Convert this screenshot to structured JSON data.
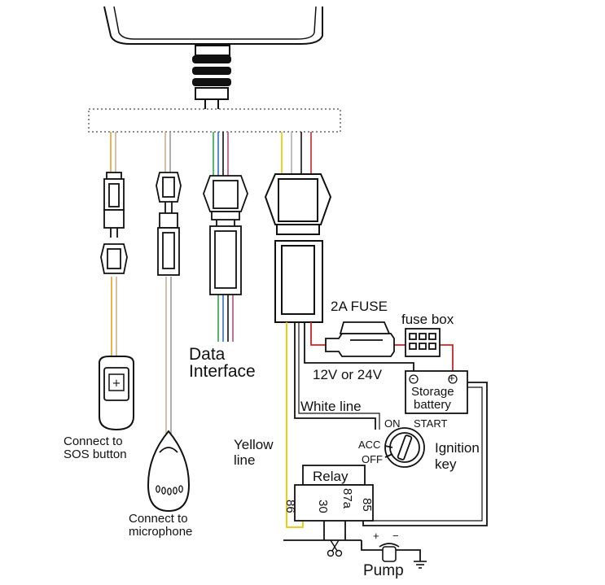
{
  "labels": {
    "data_interface_1": "Data",
    "data_interface_2": "Interface",
    "fuse": "2A FUSE",
    "fuse_box": "fuse box",
    "voltage": "12V or 24V",
    "battery_1": "Storage",
    "battery_2": "battery",
    "battery_minus": "-",
    "battery_plus": "+",
    "white_line": "White line",
    "yellow_line_1": "Yellow",
    "yellow_line_2": "line",
    "sw_on": "ON",
    "sw_start": "START",
    "sw_acc": "ACC",
    "sw_off": "OFF",
    "ignition_1": "Ignition",
    "ignition_2": "key",
    "relay": "Relay",
    "pin_86": "86",
    "pin_30": "30",
    "pin_87a": "87a",
    "pin_85": "85",
    "pump_plus": "+",
    "pump_minus": "−",
    "pump": "Pump",
    "sos_1": "Connect to",
    "sos_2": "SOS button",
    "mic_1": "Connect to",
    "mic_2": "microphone"
  },
  "colors": {
    "line": "#111111",
    "orange_wire": "#e0a030",
    "tan_wire": "#c8b090",
    "green_wire": "#2aa84a",
    "blue_wire": "#2f6fd6",
    "pink_wire": "#c04a7a",
    "yellow_wire": "#e8c800",
    "red_wire": "#d42020",
    "gray_wire": "#b0b0b0"
  }
}
